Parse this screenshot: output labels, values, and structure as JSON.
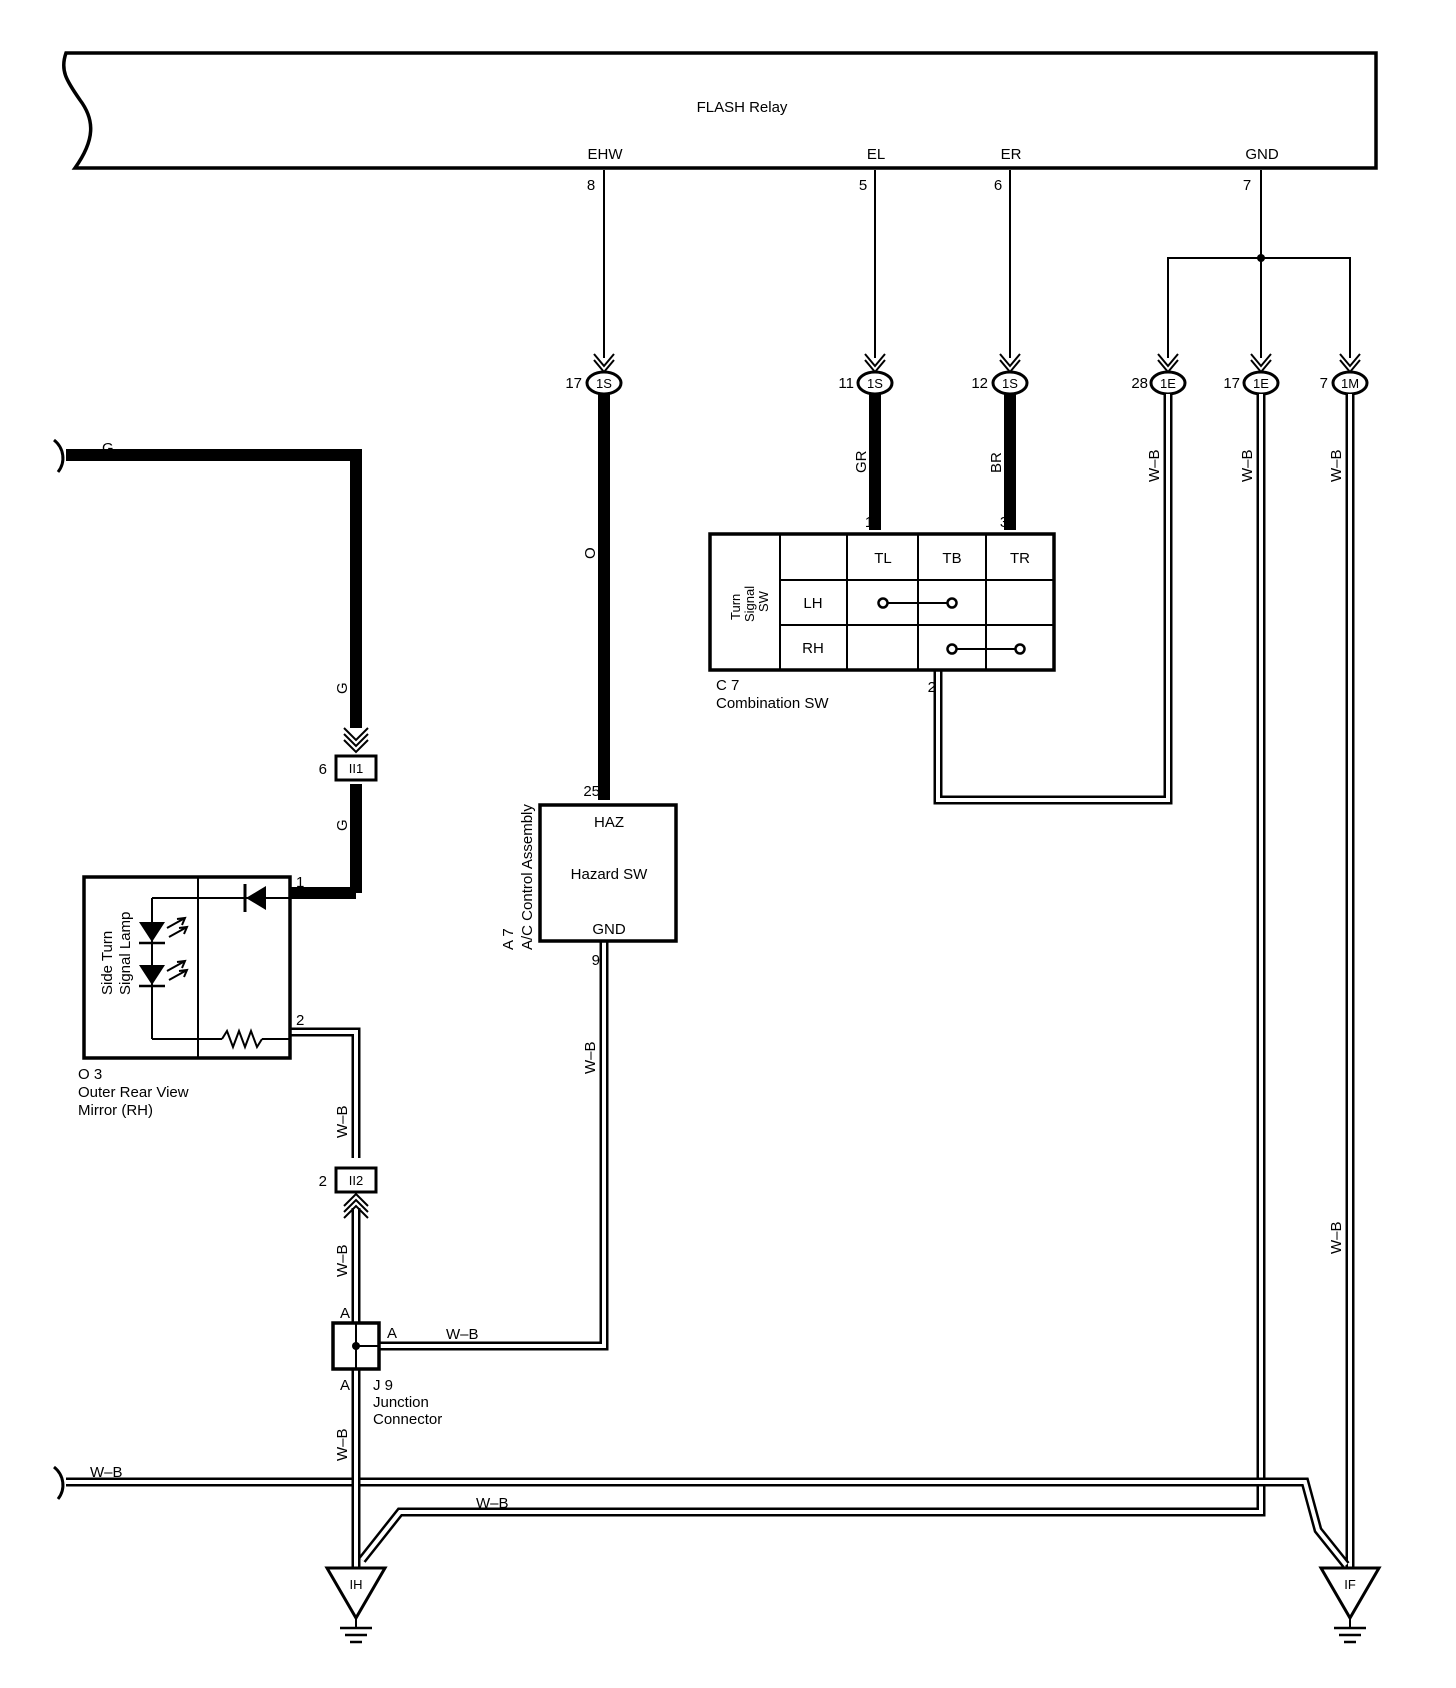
{
  "relay": {
    "title": "FLASH Relay",
    "terminals": [
      {
        "name": "EHW",
        "pin": "8"
      },
      {
        "name": "EL",
        "pin": "5"
      },
      {
        "name": "ER",
        "pin": "6"
      },
      {
        "name": "GND",
        "pin": "7"
      }
    ]
  },
  "connectors": [
    {
      "pin": "17",
      "code": "1S"
    },
    {
      "pin": "11",
      "code": "1S"
    },
    {
      "pin": "12",
      "code": "1S"
    },
    {
      "pin": "28",
      "code": "1E"
    },
    {
      "pin": "17",
      "code": "1E"
    },
    {
      "pin": "7",
      "code": "1M"
    }
  ],
  "inline": {
    "ii1": {
      "pin": "6",
      "code": "II1"
    },
    "ii2": {
      "pin": "2",
      "code": "II2"
    }
  },
  "wires": {
    "g_top": "G",
    "g_mid1": "G",
    "g_mid2": "G",
    "o": "O",
    "gr": "GR",
    "br": "BR",
    "wb_1e28": "W–B",
    "wb_1e17": "W–B",
    "wb_1m": "W–B",
    "wb_1m_low": "W–B",
    "wb_haz": "W–B",
    "wb_mirror": "W–B",
    "wb_ii2": "W–B",
    "wb_junction": "W–B",
    "wb_lower": "W–B",
    "wb_left": "W–B",
    "wb_bottom": "W–B"
  },
  "combination_sw": {
    "ref": "C 7",
    "name": "Combination SW",
    "side_label_1": "Turn",
    "side_label_2": "Signal",
    "side_label_3": "SW",
    "cols": [
      "TL",
      "TB",
      "TR"
    ],
    "rows": [
      "LH",
      "RH"
    ],
    "pin_tl": "1",
    "pin_tr": "3",
    "pin_tb": "2"
  },
  "hazard": {
    "ref": "A 7",
    "assembly": "A/C Control Assembly",
    "name": "Hazard SW",
    "top_terminal": "HAZ",
    "bottom_terminal": "GND",
    "pin_top": "25",
    "pin_bottom": "9"
  },
  "mirror": {
    "ref": "O 3",
    "name_line1": "Outer Rear View",
    "name_line2": "Mirror (RH)",
    "lamp_line1": "Side Turn",
    "lamp_line2": "Signal Lamp",
    "pin1": "1",
    "pin2": "2"
  },
  "junction": {
    "ref": "J 9",
    "name_line1": "Junction",
    "name_line2": "Connector",
    "pin_top": "A",
    "pin_right": "A",
    "pin_bottom": "A"
  },
  "grounds": [
    {
      "code": "IH"
    },
    {
      "code": "IF"
    }
  ]
}
